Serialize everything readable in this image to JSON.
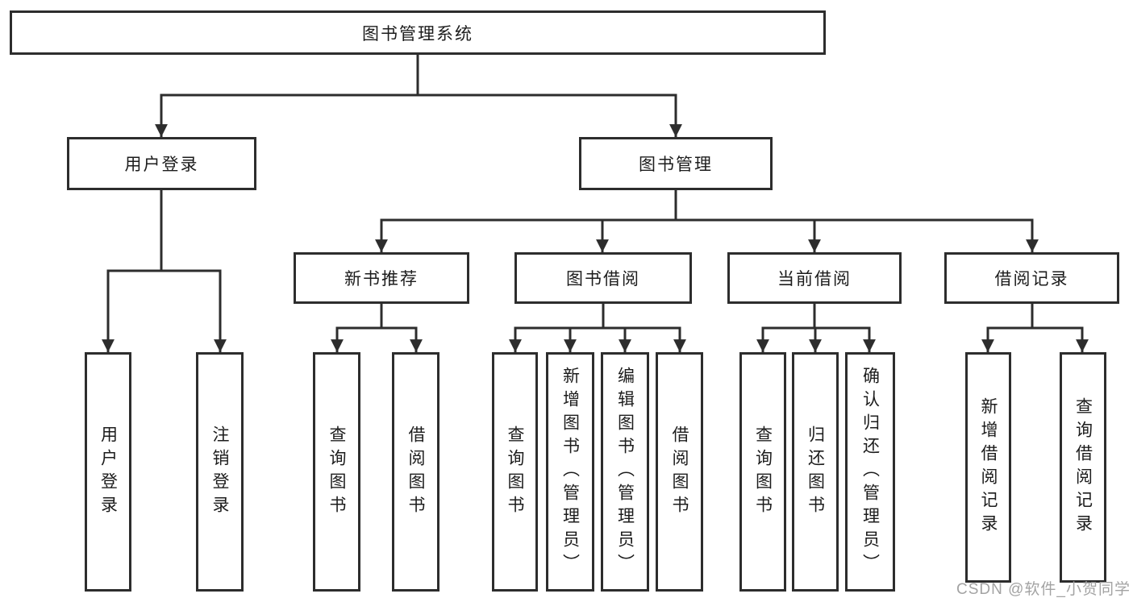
{
  "tree": {
    "root": "图书管理系统",
    "branches": [
      {
        "label": "用户登录",
        "children": [
          "用户登录",
          "注销登录"
        ]
      },
      {
        "label": "图书管理",
        "sections": [
          {
            "label": "新书推荐",
            "children": [
              "查询图书",
              "借阅图书"
            ]
          },
          {
            "label": "图书借阅",
            "children": [
              "查询图书",
              "新增图书（管理员）",
              "编辑图书（管理员）",
              "借阅图书"
            ]
          },
          {
            "label": "当前借阅",
            "children": [
              "查询图书",
              "归还图书",
              "确认归还（管理员）"
            ]
          },
          {
            "label": "借阅记录",
            "children": [
              "新增借阅记录",
              "查询借阅记录"
            ]
          }
        ]
      }
    ]
  },
  "watermark": "CSDN @软件_小贺同学",
  "style": {
    "line_color": "#2d2d2d",
    "text_color": "#1c1c1c",
    "watermark_color": "#a3a3a3",
    "background": "#ffffff"
  }
}
